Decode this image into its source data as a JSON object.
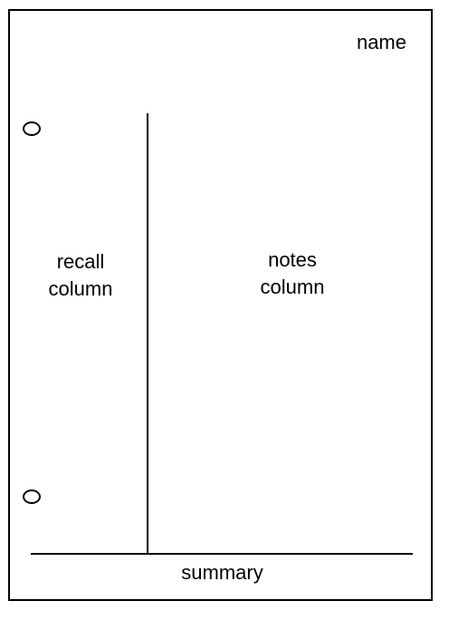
{
  "diagram": {
    "name_label": "name",
    "recall_label_line1": "recall",
    "recall_label_line2": "column",
    "notes_label_line1": "notes",
    "notes_label_line2": "column",
    "summary_label": "summary",
    "colors": {
      "line": "#000000",
      "background": "#ffffff"
    }
  }
}
